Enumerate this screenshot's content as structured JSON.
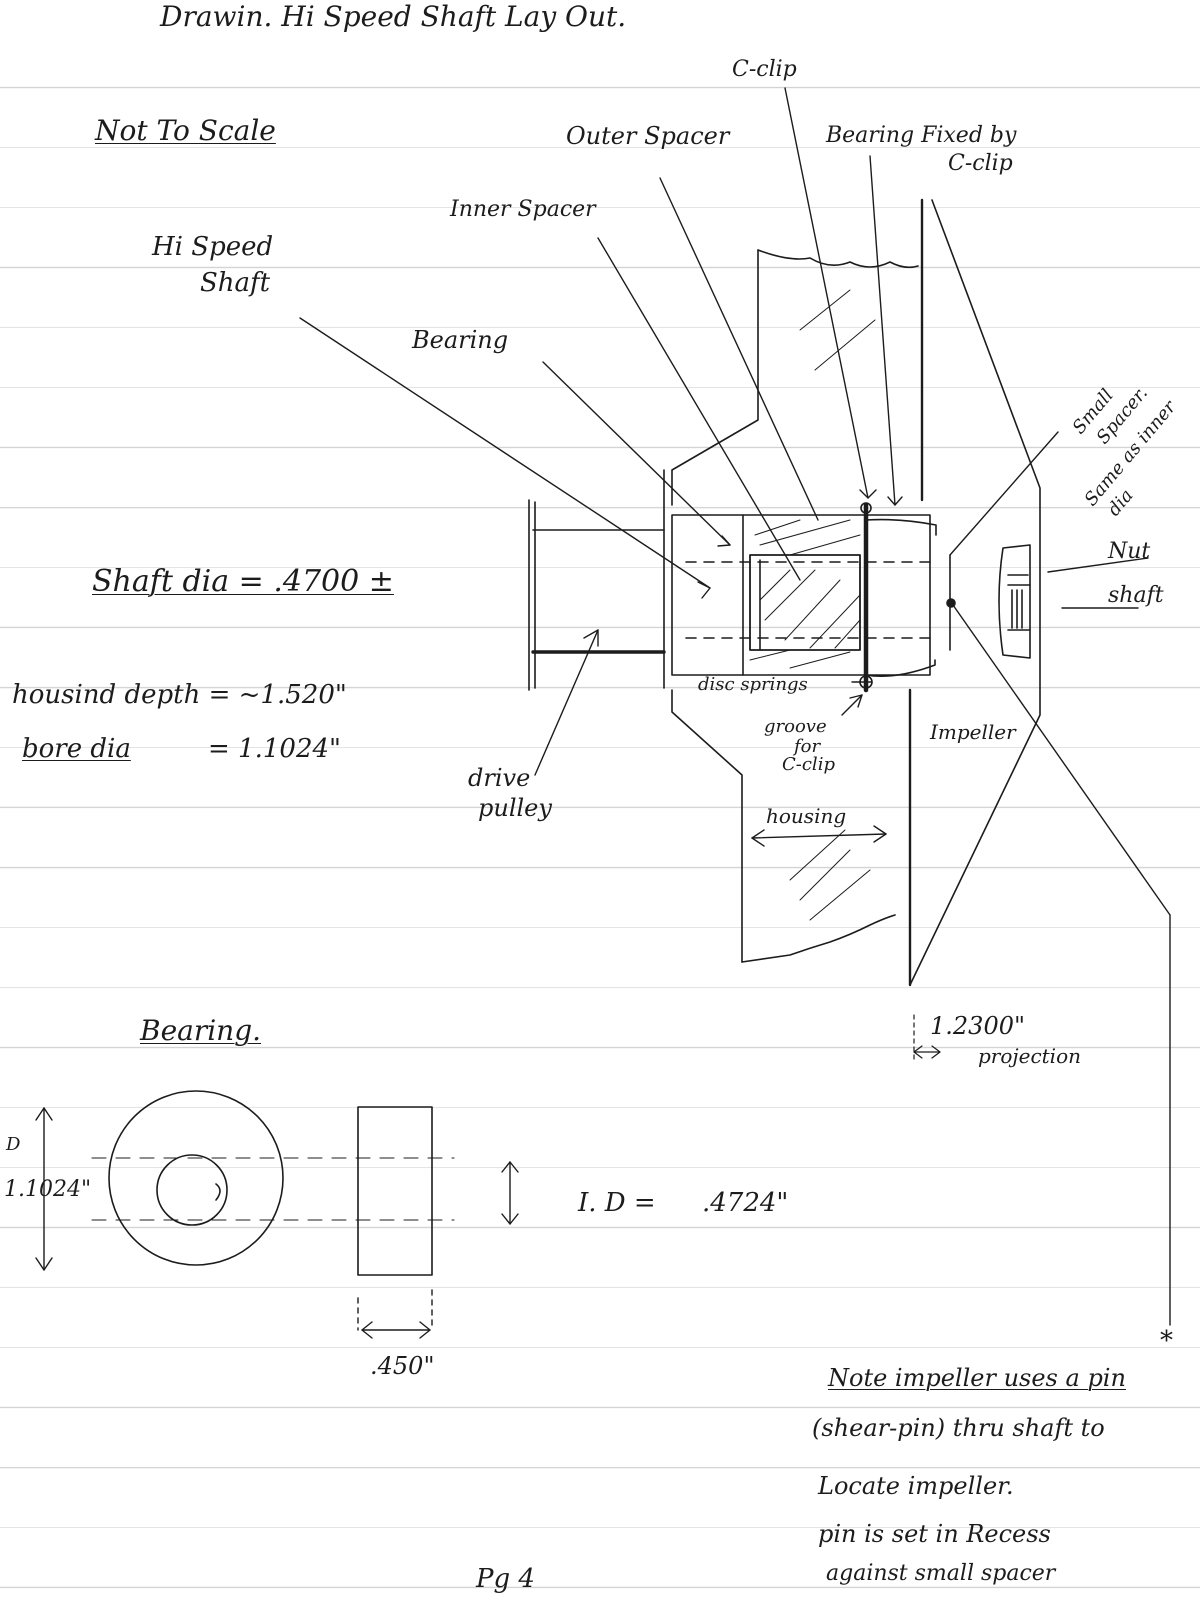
{
  "page_header": "Drawin. Hi Speed Shaft Lay Out.",
  "scale_note": "Not To Scale",
  "labels": {
    "c_clip": "C-clip",
    "outer_spacer": "Outer Spacer",
    "bearing_fixed_line1": "Bearing Fixed by",
    "bearing_fixed_line2": "C-clip",
    "inner_spacer": "Inner Spacer",
    "hi_speed_line1": "Hi Speed",
    "hi_speed_line2": "Shaft",
    "bearing": "Bearing",
    "small_spacer_line1": "Small",
    "small_spacer_line2": "Spacer.",
    "small_spacer_line3": "Same as inner",
    "small_spacer_line4": "dia",
    "nut_line1": "Nut",
    "nut_line2": "shaft",
    "disc_spring": "disc springs",
    "groove_line1": "groove",
    "groove_line2": "for",
    "groove_line3": "C-clip",
    "impeller": "Impeller",
    "drive_line1": "drive",
    "drive_line2": "pulley",
    "housing": "housing",
    "projection_value": "1.2300\"",
    "projection_word": "projection"
  },
  "specs": {
    "shaft_dia": "Shaft dia = .4700 ±",
    "housing_depth": "housind depth = ~1.520\"",
    "bore_dia": "bore dia",
    "bore_value": "= 1.1024\""
  },
  "bearing_section": {
    "title": "Bearing.",
    "od_letter": "D",
    "od_value": "1.1024\"",
    "id_text": "I. D =",
    "id_value": ".4724\"",
    "width_value": ".450\""
  },
  "note": {
    "star": "*",
    "lines": [
      "Note impeller uses a pin",
      "(shear-pin) thru shaft to",
      "Locate impeller.",
      "pin is set in Recess",
      "against small spacer"
    ]
  },
  "page_number": "Pg 4",
  "colors": {
    "ink": "#1c1c1c",
    "rule": "#d4d4d4",
    "paper": "#ffffff"
  }
}
